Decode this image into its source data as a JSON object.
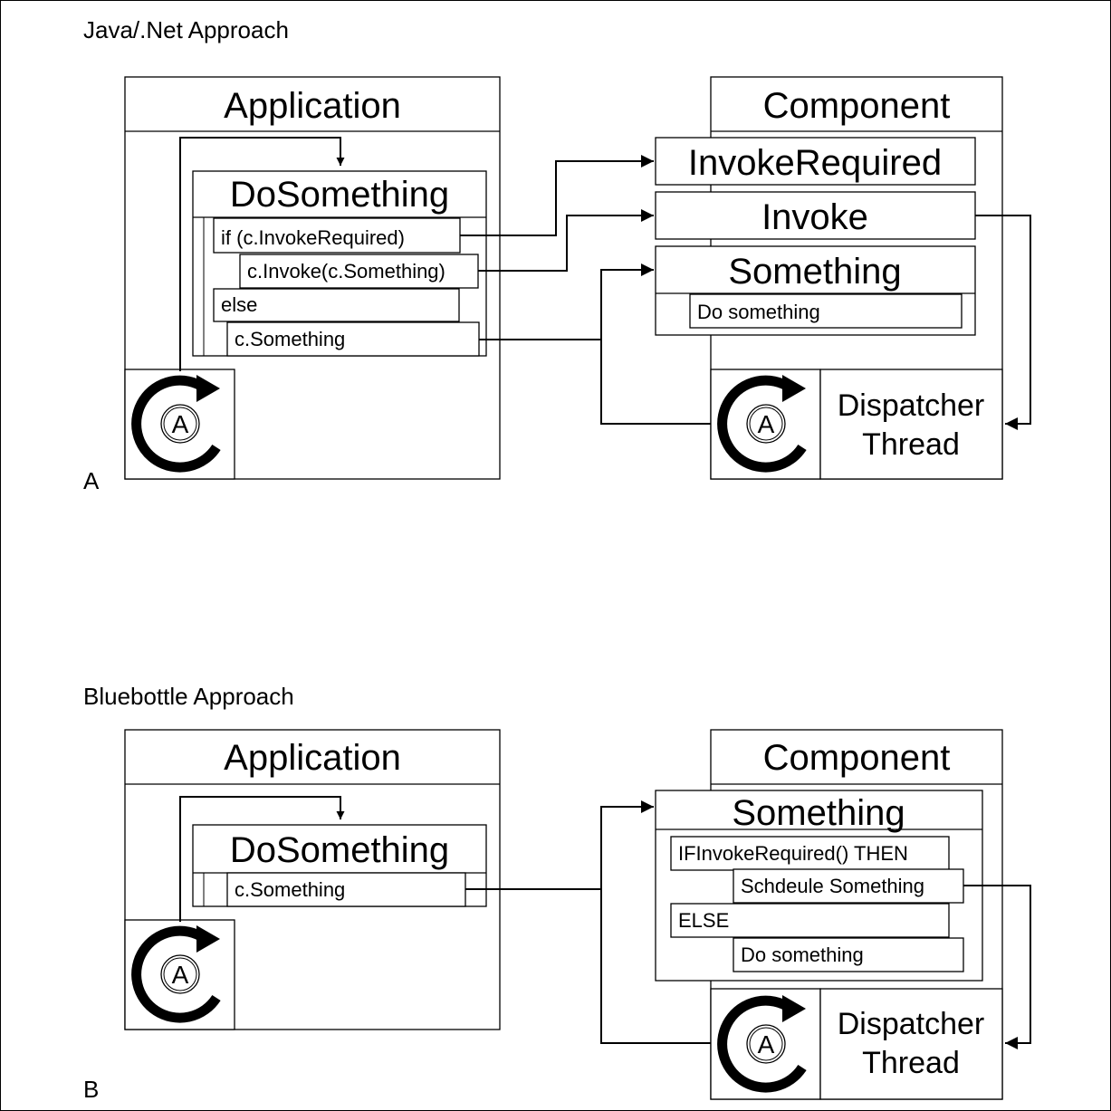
{
  "panel_a": {
    "title": "Java/.Net Approach",
    "letter": "A",
    "application": {
      "title": "Application",
      "method": "DoSomething",
      "lines": [
        "if (c.InvokeRequired)",
        "c.Invoke(c.Something)",
        "else",
        "c.Something"
      ],
      "active_object_symbol": "A"
    },
    "component": {
      "title": "Component",
      "methods": [
        "InvokeRequired",
        "Invoke",
        "Something"
      ],
      "something_body": "Do something",
      "dispatcher_line1": "Dispatcher",
      "dispatcher_line2": "Thread",
      "active_object_symbol": "A"
    }
  },
  "panel_b": {
    "title": "Bluebottle Approach",
    "letter": "B",
    "application": {
      "title": "Application",
      "method": "DoSomething",
      "lines": [
        "c.Something"
      ],
      "active_object_symbol": "A"
    },
    "component": {
      "title": "Component",
      "method": "Something",
      "lines": [
        "IFInvokeRequired() THEN",
        "Schdeule Something",
        "ELSE",
        "Do something"
      ],
      "dispatcher_line1": "Dispatcher",
      "dispatcher_line2": "Thread",
      "active_object_symbol": "A"
    }
  }
}
